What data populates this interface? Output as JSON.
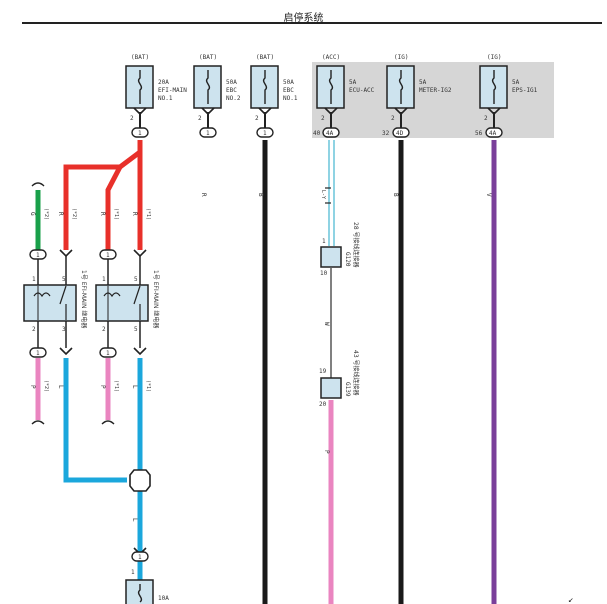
{
  "header": {
    "title": "启停系统"
  },
  "colors": {
    "red": "#e8302a",
    "green": "#19a04a",
    "black": "#1a1a1a",
    "blue": "#1ba7dc",
    "pink": "#ea85c0",
    "purple": "#7a3f9a",
    "lightblue": "#8fd3e3",
    "box_fill": "#cde3ee",
    "panel_fill": "#d6d6d6"
  },
  "fuses": [
    {
      "source": "(BAT)",
      "amps": "20A",
      "name1": "EFI-MAIN",
      "name2": "NO.1",
      "pin": "2",
      "conn": "1"
    },
    {
      "source": "(BAT)",
      "amps": "50A",
      "name1": "EBC",
      "name2": "NO.2",
      "pin": "2",
      "conn": "1"
    },
    {
      "source": "(BAT)",
      "amps": "50A",
      "name1": "EBC",
      "name2": "NO.1",
      "pin": "2",
      "conn": "1"
    },
    {
      "source": "(ACC)",
      "amps": "5A",
      "name1": "ECU-ACC",
      "name2": "",
      "pin": "2",
      "conn": "4A",
      "num": "40"
    },
    {
      "source": "(IG)",
      "amps": "5A",
      "name1": "METER-IG2",
      "name2": "",
      "pin": "2",
      "conn": "4D",
      "num": "32"
    },
    {
      "source": "(IG)",
      "amps": "5A",
      "name1": "EPS-IG1",
      "name2": "",
      "pin": "2",
      "conn": "4A",
      "num": "56"
    }
  ],
  "wire_labels": {
    "r1": "R",
    "b1": "B",
    "b2": "B",
    "v1": "V",
    "lg": "L-Y",
    "w": "W",
    "p": "P",
    "l": "L"
  },
  "relays": [
    {
      "label": "1号 EFI-MAIN 继电器",
      "pin_tl": "1",
      "pin_tr": "5",
      "pin_bl": "2",
      "pin_br": "3",
      "top_left_wire": "G",
      "top_left_mark": "(*2)",
      "top_right_wire": "R",
      "top_right_mark": "(*2)",
      "bottom_left_wire": "P",
      "bottom_left_mark": "(*2)",
      "bottom_right_wire": "L",
      "top_conn": "1",
      "bottom_conn": "1"
    },
    {
      "label": "1号 EFI-MAIN 继电器",
      "pin_tl": "1",
      "pin_tr": "5",
      "pin_bl": "2",
      "pin_br": "5",
      "top_left_wire": "R",
      "top_left_mark": "(*1)",
      "top_right_wire": "R",
      "top_right_mark": "(*1)",
      "bottom_left_wire": "P",
      "bottom_left_mark": "(*1)",
      "bottom_right_wire": "L",
      "bottom_right_mark": "(*1)",
      "top_conn": "1",
      "bottom_conn": "1"
    }
  ],
  "splices": [
    {
      "code": "G120",
      "label": "28 号接线连接器",
      "pin_top": "1",
      "pin_bottom": "10"
    },
    {
      "code": "G139",
      "label": "43 号接线连接器",
      "pin_top": "19",
      "pin_bottom": "20"
    }
  ],
  "bottom_fuse": {
    "amps": "10A",
    "conn": "1",
    "pin": "1"
  },
  "footer_mark": "↙"
}
